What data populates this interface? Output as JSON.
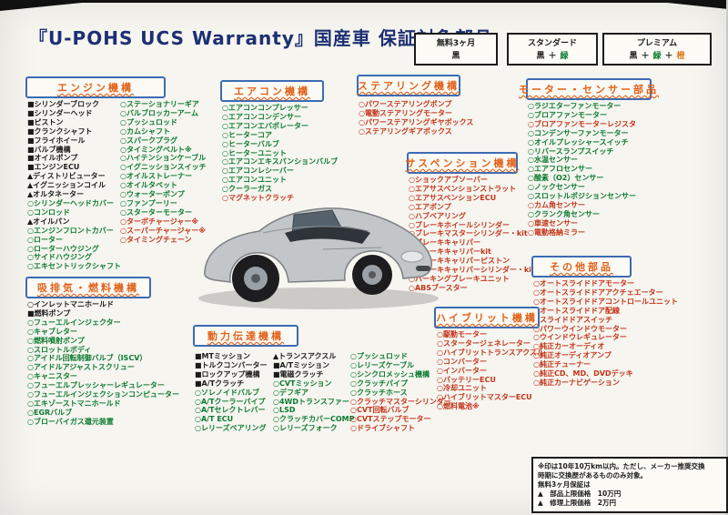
{
  "title": "『U-POHS UCS Warranty』国産車 保証対象部品",
  "colors": {
    "free_black": "#1b1b1b",
    "standard_green": "#0c7a30",
    "premium_red": "#c43418",
    "header_orange": "#e2621b",
    "box_blue": "#3c6cb4",
    "title_navy": "#1d2f73"
  },
  "legend": [
    {
      "label": "無料3ヶ月",
      "parts": [
        {
          "t": "黒",
          "c": "k"
        }
      ]
    },
    {
      "label": "スタンダード",
      "parts": [
        {
          "t": "黒",
          "c": "k"
        },
        {
          "t": "＋",
          "c": "k"
        },
        {
          "t": "緑",
          "c": "g"
        }
      ]
    },
    {
      "label": "プレミアム",
      "parts": [
        {
          "t": "黒",
          "c": "k"
        },
        {
          "t": "＋",
          "c": "k"
        },
        {
          "t": "緑",
          "c": "g"
        },
        {
          "t": "＋",
          "c": "k"
        },
        {
          "t": "橙",
          "c": "o"
        }
      ]
    }
  ],
  "sections": {
    "engine": {
      "title": "エンジン機構",
      "col1": [
        {
          "t": "■シリンダーブロック",
          "c": "k"
        },
        {
          "t": "■シリンダーヘッド",
          "c": "k"
        },
        {
          "t": "■ピストン",
          "c": "k"
        },
        {
          "t": "■クランクシャフト",
          "c": "k"
        },
        {
          "t": "■フライホイール",
          "c": "k"
        },
        {
          "t": "■バルブ機構",
          "c": "k"
        },
        {
          "t": "■オイルポンプ",
          "c": "k"
        },
        {
          "t": "■エンジンECU",
          "c": "k"
        },
        {
          "t": "▲ディストリビューター",
          "c": "k"
        },
        {
          "t": "▲イグニッションコイル",
          "c": "k"
        },
        {
          "t": "▲オルタネーター",
          "c": "k"
        },
        {
          "t": "○シリンダーヘッドカバー",
          "c": "g"
        },
        {
          "t": "○コンロッド",
          "c": "g"
        },
        {
          "t": "▲オイルパン",
          "c": "k"
        },
        {
          "t": "○エンジンフロントカバー",
          "c": "g"
        },
        {
          "t": "○ローター",
          "c": "g"
        },
        {
          "t": "○ローターハウジング",
          "c": "g"
        },
        {
          "t": "○サイドハウジング",
          "c": "g"
        },
        {
          "t": "○エキセントリックシャフト",
          "c": "g"
        }
      ],
      "col2": [
        {
          "t": "○ステーショナリーギア",
          "c": "g"
        },
        {
          "t": "○バルブロッカーアーム",
          "c": "g"
        },
        {
          "t": "○プッシュロッド",
          "c": "g"
        },
        {
          "t": "○カムシャフト",
          "c": "g"
        },
        {
          "t": "○スパークプラグ",
          "c": "g"
        },
        {
          "t": "○タイミングベルト※",
          "c": "g"
        },
        {
          "t": "○ハイテンションケーブル",
          "c": "g"
        },
        {
          "t": "○イグニッションスイッチ",
          "c": "g"
        },
        {
          "t": "○オイルストレーナー",
          "c": "g"
        },
        {
          "t": "○オイルタペット",
          "c": "g"
        },
        {
          "t": "○ウォーターポンプ",
          "c": "g"
        },
        {
          "t": "○ファンプーリー",
          "c": "g"
        },
        {
          "t": "○スターターモーター",
          "c": "g"
        },
        {
          "t": "○ターボチャージャー※",
          "c": "r"
        },
        {
          "t": "○スーパーチャージャー※",
          "c": "r"
        },
        {
          "t": "○タイミングチェーン",
          "c": "r"
        }
      ]
    },
    "aircon": {
      "title": "エアコン機構",
      "items": [
        {
          "t": "○エアコンコンプレッサー",
          "c": "g"
        },
        {
          "t": "○エアコンコンデンサー",
          "c": "g"
        },
        {
          "t": "○エアコンエバポレーター",
          "c": "g"
        },
        {
          "t": "○ヒーターコア",
          "c": "g"
        },
        {
          "t": "○ヒーターバルブ",
          "c": "g"
        },
        {
          "t": "○ヒーターユニット",
          "c": "g"
        },
        {
          "t": "○エアコンエキスパンションバルブ",
          "c": "g"
        },
        {
          "t": "○エアコンレシーバー",
          "c": "g"
        },
        {
          "t": "○エアコンユニット",
          "c": "g"
        },
        {
          "t": "○クーラーガス",
          "c": "g"
        },
        {
          "t": "○マグネットクラッチ",
          "c": "r"
        }
      ]
    },
    "steering": {
      "title": "ステアリング機構",
      "items": [
        {
          "t": "○パワーステアリングポンプ",
          "c": "r"
        },
        {
          "t": "○電動ステアリングモーター",
          "c": "r"
        },
        {
          "t": "○パワーステアリングギヤボックス",
          "c": "r"
        },
        {
          "t": "○ステアリングギアボックス",
          "c": "r"
        }
      ]
    },
    "motor": {
      "title": "モーター・センサー部品",
      "items": [
        {
          "t": "○ラジエターファンモーター",
          "c": "g"
        },
        {
          "t": "○ブロアファンモーター",
          "c": "g"
        },
        {
          "t": "○ブロアファンモーターレジスタ",
          "c": "r"
        },
        {
          "t": "○コンデンサーファンモーター",
          "c": "g"
        },
        {
          "t": "○オイルプレッシャースイッチ",
          "c": "g"
        },
        {
          "t": "○リバースランプスイッチ",
          "c": "g"
        },
        {
          "t": "○水温センサー",
          "c": "g"
        },
        {
          "t": "○エアフロセンサー",
          "c": "g"
        },
        {
          "t": "○酸素（O2）センサー",
          "c": "g"
        },
        {
          "t": "○ノックセンサー",
          "c": "g"
        },
        {
          "t": "○スロットルポジションセンサー",
          "c": "g"
        },
        {
          "t": "○カム角センサー",
          "c": "r"
        },
        {
          "t": "○クランク角センサー",
          "c": "g"
        },
        {
          "t": "○車速センサー",
          "c": "r"
        },
        {
          "t": "○電動格納ミラー",
          "c": "r"
        }
      ]
    },
    "suspension": {
      "title": "サスペンション機構",
      "items": [
        {
          "t": "○ショックアブソーバー",
          "c": "r"
        },
        {
          "t": "○エアサスペンションストラット",
          "c": "r"
        },
        {
          "t": "○エアサスペンションECU",
          "c": "r"
        },
        {
          "t": "○エアポンプ",
          "c": "r"
        },
        {
          "t": "○ハブベアリング",
          "c": "r"
        },
        {
          "t": "○ブレーキホイールシリンダー",
          "c": "r"
        },
        {
          "t": "○ブレーキマスターシリンダー・kit",
          "c": "r"
        },
        {
          "t": "○ブレーキキャリパー",
          "c": "r"
        },
        {
          "t": "○ブレーキキャリパーkit",
          "c": "r"
        },
        {
          "t": "○ブレーキキャリパーピストン",
          "c": "r"
        },
        {
          "t": "○ブレーキキャリパーシリンダー・kit",
          "c": "r"
        },
        {
          "t": "○パーキングブレーキユニット",
          "c": "r"
        },
        {
          "t": "○ABSブースター",
          "c": "r"
        }
      ]
    },
    "other": {
      "title": "その他部品",
      "items": [
        {
          "t": "○オートスライドドアモーター",
          "c": "r"
        },
        {
          "t": "○オートスライドドアアクチェエーター",
          "c": "r"
        },
        {
          "t": "○オートスライドドアコントロールユニット",
          "c": "r"
        },
        {
          "t": "○オートスライドドア配線",
          "c": "r"
        },
        {
          "t": "○スライドドアスイッチ",
          "c": "r"
        },
        {
          "t": "○パワーウインドウモーター",
          "c": "r"
        },
        {
          "t": "○ウインドウレギュレーター",
          "c": "r"
        },
        {
          "t": "○純正カーオーディオ",
          "c": "r"
        },
        {
          "t": "○純正オーディオアンプ",
          "c": "r"
        },
        {
          "t": "○純正チューナー",
          "c": "r"
        },
        {
          "t": "○純正CD、MD、DVDデッキ",
          "c": "r"
        },
        {
          "t": "○純正カーナビゲーション",
          "c": "r"
        }
      ]
    },
    "intake": {
      "title": "吸排気・燃料機構",
      "items": [
        {
          "t": "○インレットマニホールド",
          "c": "k"
        },
        {
          "t": "■燃料ポンプ",
          "c": "k"
        },
        {
          "t": "○フューエルインジェクター",
          "c": "g"
        },
        {
          "t": "○キャブレター",
          "c": "g"
        },
        {
          "t": "○燃料噴射ポンプ",
          "c": "g"
        },
        {
          "t": "○スロットルボディ",
          "c": "g"
        },
        {
          "t": "○アイドル回転制御バルブ（ISCV）",
          "c": "g"
        },
        {
          "t": "○アイドルアジャストスクリュー",
          "c": "g"
        },
        {
          "t": "○キャニスター",
          "c": "g"
        },
        {
          "t": "○フューエルプレッシャーレギュレーター",
          "c": "g"
        },
        {
          "t": "○フューエルインジェクションコンピューター",
          "c": "g"
        },
        {
          "t": "○エキゾーストマニホールド",
          "c": "g"
        },
        {
          "t": "○EGRバルブ",
          "c": "g"
        },
        {
          "t": "○ブローバイガス還元装置",
          "c": "g"
        }
      ]
    },
    "powertrain": {
      "title": "動力伝達機構",
      "col1": [
        {
          "t": "■MTミッション",
          "c": "k"
        },
        {
          "t": "■トルクコンバーター",
          "c": "k"
        },
        {
          "t": "■ロックアップ機構",
          "c": "k"
        },
        {
          "t": "■A/Tクラッチ",
          "c": "k"
        },
        {
          "t": "○ソレノイドバルブ",
          "c": "g"
        },
        {
          "t": "○A/Tクーラーパイプ",
          "c": "g"
        },
        {
          "t": "○A/Tセレクトレバー",
          "c": "g"
        },
        {
          "t": "○A/T ECU",
          "c": "g"
        },
        {
          "t": "○レリーズベアリング",
          "c": "g"
        }
      ],
      "col2": [
        {
          "t": "▲トランスアクスル",
          "c": "k"
        },
        {
          "t": "■A/Tミッション",
          "c": "k"
        },
        {
          "t": "■電磁クラッチ",
          "c": "k"
        },
        {
          "t": "○CVTミッション",
          "c": "g"
        },
        {
          "t": "○デフギア",
          "c": "g"
        },
        {
          "t": "○4WDトランスファー",
          "c": "g"
        },
        {
          "t": "○LSD",
          "c": "g"
        },
        {
          "t": "○クラッチカバーCOMP",
          "c": "g"
        },
        {
          "t": "○レリーズフォーク",
          "c": "g"
        }
      ],
      "col3": [
        {
          "t": "○プッシュロッド",
          "c": "g"
        },
        {
          "t": "○レリーズケーブル",
          "c": "g"
        },
        {
          "t": "○シンクロメッシュ機構",
          "c": "g"
        },
        {
          "t": "○クラッチパイプ",
          "c": "g"
        },
        {
          "t": "○クラッチホース",
          "c": "g"
        },
        {
          "t": "○クラッチマスターシリンダー",
          "c": "r"
        },
        {
          "t": "○CVT回転バルブ",
          "c": "r"
        },
        {
          "t": "○CVTステップモーター",
          "c": "r"
        },
        {
          "t": "○ドライブシャフト",
          "c": "r"
        }
      ]
    },
    "hybrid": {
      "title": "ハイブリット機構",
      "items": [
        {
          "t": "○駆動モーター",
          "c": "r"
        },
        {
          "t": "○スタータージェネレーター",
          "c": "r"
        },
        {
          "t": "○ハイブリットトランスアクスル",
          "c": "r"
        },
        {
          "t": "○コンバーター",
          "c": "r"
        },
        {
          "t": "○インバーター",
          "c": "r"
        },
        {
          "t": "○バッテリーECU",
          "c": "r"
        },
        {
          "t": "○冷却ユニット",
          "c": "r"
        },
        {
          "t": "○ハイブリットマスターECU",
          "c": "r"
        },
        {
          "t": "○燃料電池※",
          "c": "r"
        }
      ]
    }
  },
  "note": {
    "lines": [
      {
        "t": "※印は10年10万km以内。ただし、メーカー推奨交換",
        "c": "k"
      },
      {
        "t": "時期に交換歴があるもののみ対象。",
        "c": "k"
      },
      {
        "t": "無料3ヶ月保証は",
        "c": "k"
      },
      {
        "t": "▲　部品上限価格　10万円",
        "c": "k"
      },
      {
        "t": "▲　修理上限価格　2万円",
        "c": "k"
      }
    ]
  }
}
